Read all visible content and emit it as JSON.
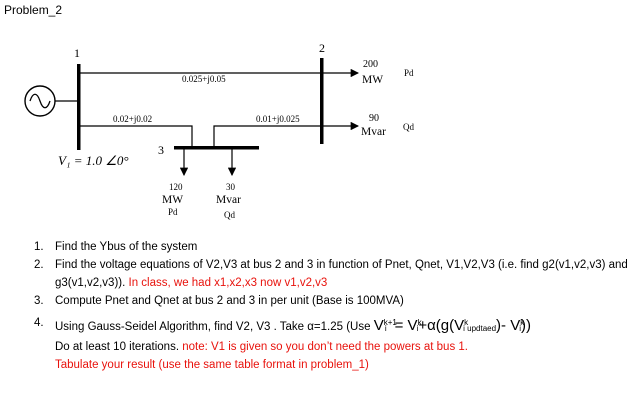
{
  "title": "Problem_2",
  "diagram": {
    "bus_numbers": [
      "1",
      "2",
      "3"
    ],
    "line_12": "0.025+j0.05",
    "line_13": "0.02+j0.02",
    "line_23": "0.01+j0.025",
    "v1_label": "V₁ = 1.0 ∠0°",
    "bus2_p_value": "200",
    "bus2_p_unit": "MW",
    "bus2_p_tag": "Pd",
    "bus2_q_value": "90",
    "bus2_q_unit": "Mvar",
    "bus2_q_tag": "Qd",
    "bus3_p_value": "120",
    "bus3_p_unit": "MW",
    "bus3_p_tag": "Pd",
    "bus3_q_value": "30",
    "bus3_q_unit": "Mvar",
    "bus3_q_tag": "Qd"
  },
  "questions": {
    "q1": {
      "num": "1.",
      "text": "Find the Ybus of the system"
    },
    "q2": {
      "num": "2.",
      "text": "Find the voltage equations of  V2,V3 at bus 2 and 3 in function of Pnet, Qnet, V1,V2,V3 (i.e. find g2(v1,v2,v3) and g3(v1,v2,v3)).",
      "note": " In class, we had x1,x2,x3 now v1,v2,v3"
    },
    "q3": {
      "num": "3.",
      "text": "Compute Pnet and Qnet at bus 2 and 3 in per unit (Base is 100MVA)"
    },
    "q4": {
      "num": "4.",
      "text_a": "Using Gauss-Seidel Algorithm, find V2, V3 .  Take α=1.25 (Use ",
      "f_v1": "V",
      "f_sup1": "k+1",
      "f_sub1": "i",
      "f_eq": "= V",
      "f_sup2": "k",
      "f_sub2": "i",
      "f_plus": "+α(g(V",
      "f_sup3": "k",
      "f_sub3": "i updtaed",
      "f_minus": ")- V",
      "f_sup4": "k",
      "f_sub4": "i",
      "f_close": "))",
      "text_b": "Do at least 10 iterations.",
      "note": " note: V1 is given so you don’t need the powers at bus 1.",
      "note2": "Tabulate your result (use the same table format in problem_1)"
    }
  }
}
